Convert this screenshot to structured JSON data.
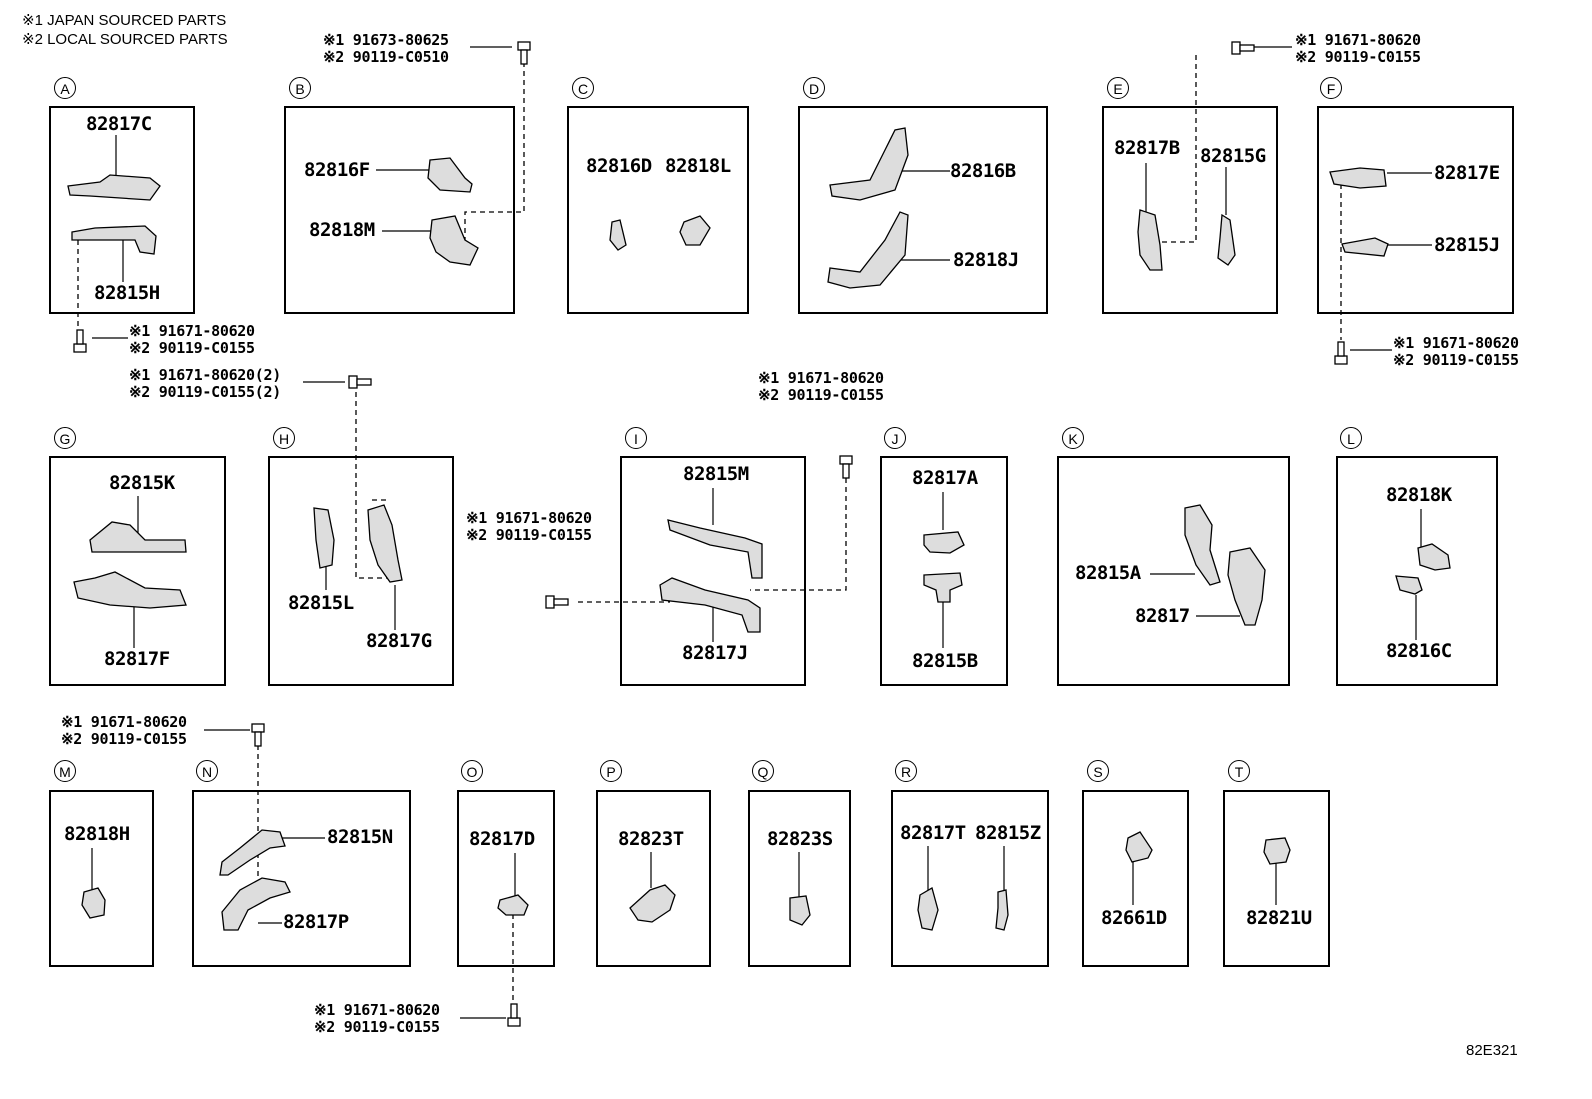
{
  "legend": {
    "line1": "※1 JAPAN SOURCED PARTS",
    "line2": "※2 LOCAL SOURCED PARTS"
  },
  "sections": {
    "A": {
      "letter": "A",
      "parts": [
        "82817C",
        "82815H"
      ]
    },
    "B": {
      "letter": "B",
      "parts": [
        "82816F",
        "82818M"
      ]
    },
    "C": {
      "letter": "C",
      "parts": [
        "82816D",
        "82818L"
      ]
    },
    "D": {
      "letter": "D",
      "parts": [
        "82816B",
        "82818J"
      ]
    },
    "E": {
      "letter": "E",
      "parts": [
        "82817B",
        "82815G"
      ]
    },
    "F": {
      "letter": "F",
      "parts": [
        "82817E",
        "82815J"
      ]
    },
    "G": {
      "letter": "G",
      "parts": [
        "82815K",
        "82817F"
      ]
    },
    "H": {
      "letter": "H",
      "parts": [
        "82815L",
        "82817G"
      ]
    },
    "I": {
      "letter": "I",
      "parts": [
        "82815M",
        "82817J"
      ]
    },
    "J": {
      "letter": "J",
      "parts": [
        "82817A",
        "82815B"
      ]
    },
    "K": {
      "letter": "K",
      "parts": [
        "82815A",
        "82817"
      ]
    },
    "L": {
      "letter": "L",
      "parts": [
        "82818K",
        "82816C"
      ]
    },
    "M": {
      "letter": "M",
      "parts": [
        "82818H"
      ]
    },
    "N": {
      "letter": "N",
      "parts": [
        "82815N",
        "82817P"
      ]
    },
    "O": {
      "letter": "O",
      "parts": [
        "82817D"
      ]
    },
    "P": {
      "letter": "P",
      "parts": [
        "82823T"
      ]
    },
    "Q": {
      "letter": "Q",
      "parts": [
        "82823S"
      ]
    },
    "R": {
      "letter": "R",
      "parts": [
        "82817T",
        "82815Z"
      ]
    },
    "S": {
      "letter": "S",
      "parts": [
        "82661D"
      ]
    },
    "T": {
      "letter": "T",
      "parts": [
        "82821U"
      ]
    }
  },
  "fasteners": {
    "b_top": "※1 91673-80625\n※2 90119-C0510",
    "e_top": "※1 91671-80620\n※2 90119-C0155",
    "a_bottom": "※1 91671-80620\n※2 90119-C0155",
    "f_bottom": "※1 91671-80620\n※2 90119-C0155",
    "h_top": "※1 91671-80620(2)\n※2 90119-C0155(2)",
    "i_top": "※1 91671-80620\n※2 90119-C0155",
    "i_left": "※1 91671-80620\n※2 90119-C0155",
    "n_top": "※1 91671-80620\n※2 90119-C0155",
    "o_bottom": "※1 91671-80620\n※2 90119-C0155"
  },
  "diagram_code": "82E321"
}
